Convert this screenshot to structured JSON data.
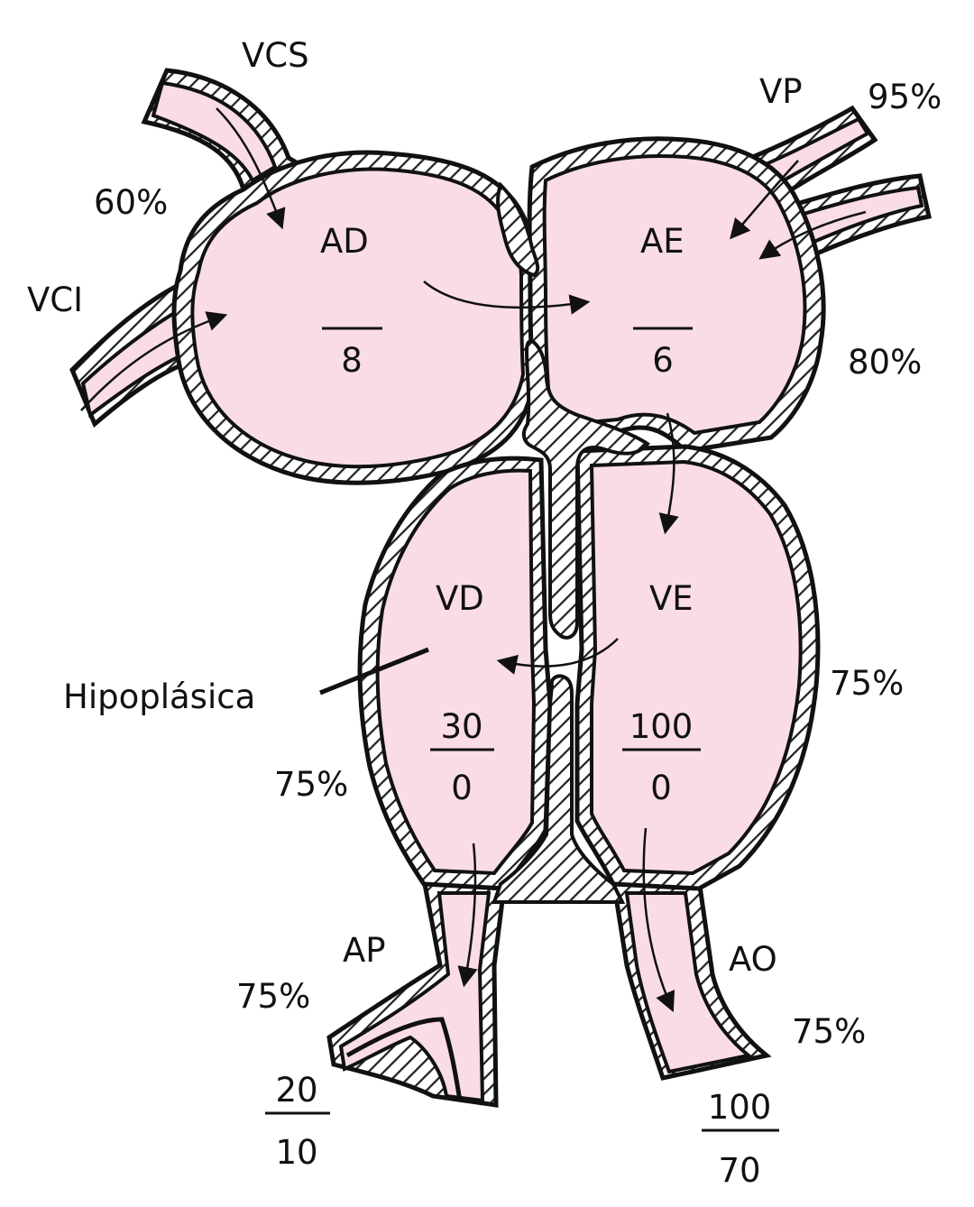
{
  "colors": {
    "chamber_fill": "#f9dce8",
    "wall_stroke": "#111111",
    "hatch": "#222222"
  },
  "labels": {
    "vcs": "VCS",
    "vci": "VCI",
    "vp": "VP",
    "ad": "AD",
    "ae": "AE",
    "vd": "VD",
    "ve": "VE",
    "ap": "AP",
    "ao": "AO",
    "hipoplasica": "Hipoplásica"
  },
  "saturations": {
    "vcs_vci": "60%",
    "vp": "95%",
    "ae": "80%",
    "ve": "75%",
    "vd": "75%",
    "ap": "75%",
    "ao": "75%"
  },
  "pressures": {
    "ad": {
      "numerator": "",
      "denominator": "8"
    },
    "ae": {
      "numerator": "",
      "denominator": "6"
    },
    "vd": {
      "numerator": "30",
      "denominator": "0"
    },
    "ve": {
      "numerator": "100",
      "denominator": "0"
    },
    "ap": {
      "numerator": "20",
      "denominator": "10"
    },
    "ao": {
      "numerator": "100",
      "denominator": "70"
    }
  }
}
